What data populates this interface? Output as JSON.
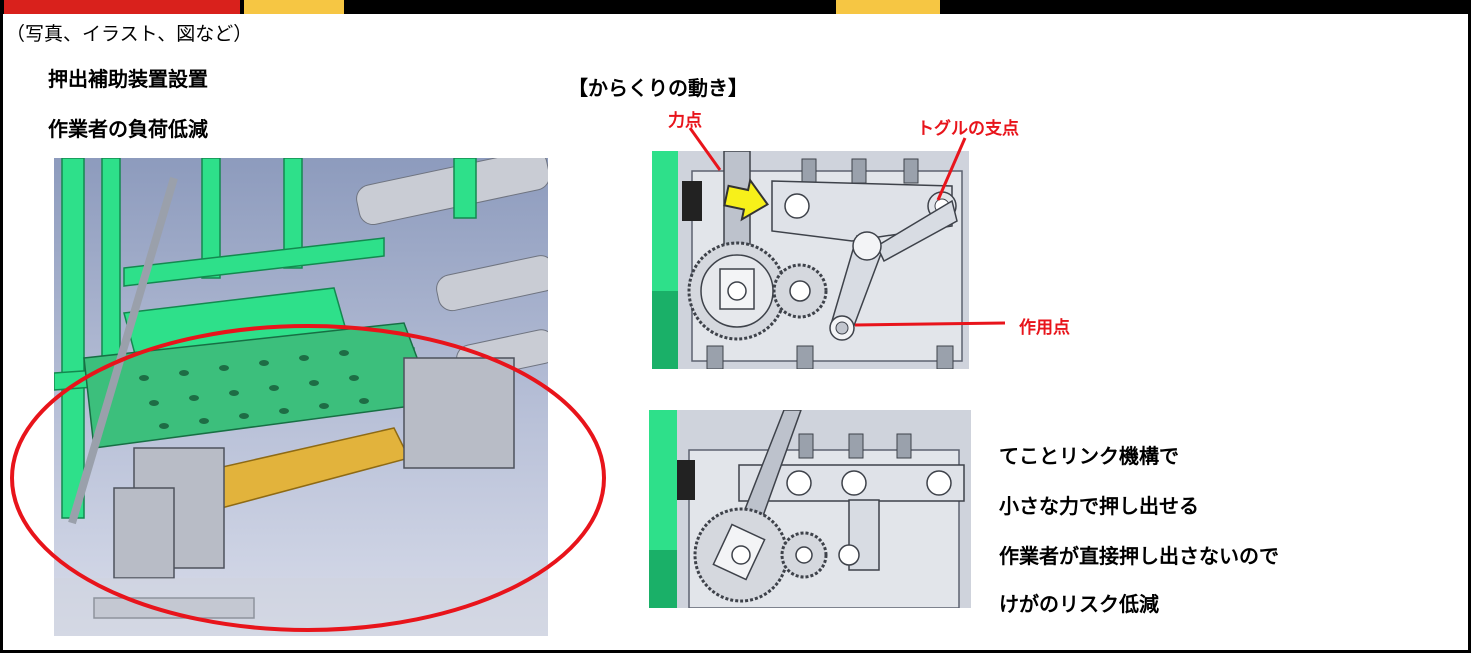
{
  "caption": "（写真、イラスト、図など）",
  "left_title": [
    "押出補助装置設置",
    "作業者の負荷低減"
  ],
  "mechanism_heading": "【からくりの動き】",
  "labels": {
    "force_point": "力点",
    "toggle_fulcrum": "トグルの支点",
    "action_point": "作用点"
  },
  "description": [
    "てことリンク機構で",
    "小さな力で押し出せる",
    "作業者が直接押し出さないので",
    "けがのリスク低減"
  ],
  "colors": {
    "frame_green": "#2ee08a",
    "accent_red": "#e8141b",
    "arrow_yellow": "#f7f01a",
    "slide_gold": "#e2b33c",
    "strip_red": "#d9211c",
    "strip_yellow": "#f6c643"
  },
  "icons": [
    "yellow-arrow-icon",
    "red-ellipse-highlight"
  ]
}
